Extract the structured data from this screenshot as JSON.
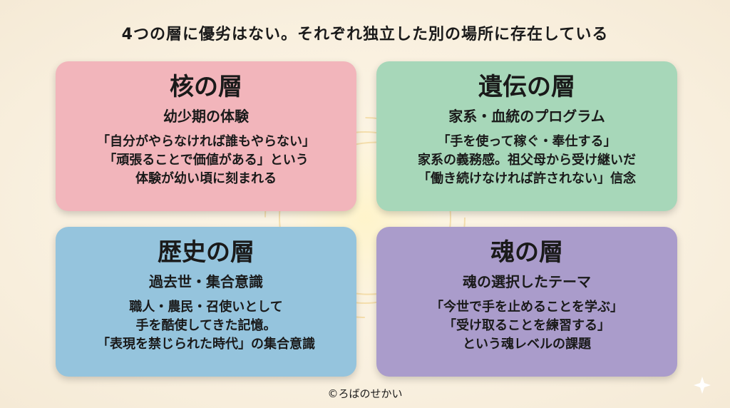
{
  "title": "4つの層に優劣はない。それぞれ独立した別の場所に存在している",
  "cards": [
    {
      "heading": "核の層",
      "subtitle": "幼少期の体験",
      "lines": [
        "「自分がやらなければ誰もやらない」",
        "「頑張ることで価値がある」という",
        "体験が幼い頃に刻まれる"
      ],
      "color": "#f2b5bb"
    },
    {
      "heading": "遺伝の層",
      "subtitle": "家系・血統のプログラム",
      "lines": [
        "「手を使って稼ぐ・奉仕する」",
        "家系の義務感。祖父母から受け継いだ",
        "「働き続けなければ許されない」信念"
      ],
      "color": "#a7d7b9"
    },
    {
      "heading": "歴史の層",
      "subtitle": "過去世・集合意識",
      "lines": [
        "職人・農民・召使いとして",
        "手を酷使してきた記憶。",
        "「表現を禁じられた時代」の集合意識"
      ],
      "color": "#95c4dd"
    },
    {
      "heading": "魂の層",
      "subtitle": "魂の選択したテーマ",
      "lines": [
        "「今世で手を止めることを学ぶ」",
        "「受け取ることを練習する」",
        "という魂レベルの課題"
      ],
      "color": "#aa9ccb"
    }
  ],
  "credit": "©ろばのせかい"
}
